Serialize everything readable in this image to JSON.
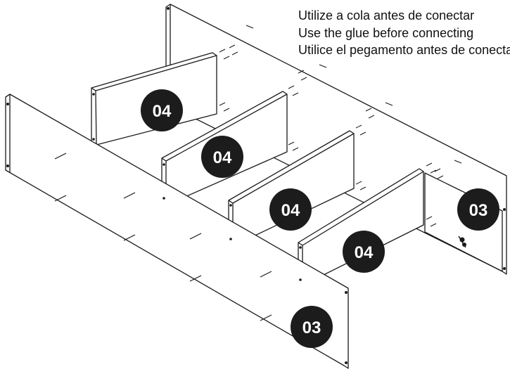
{
  "instructions": [
    "Utilize a cola antes de conectar",
    "Use the glue before connecting",
    "Utilice el pegamento antes de conectar"
  ],
  "part_labels": {
    "partition_panel": "04",
    "side_panel": "03"
  },
  "colors": {
    "line": "#1a1a1a",
    "badge_fill": "#1c1c1c",
    "badge_text": "#ffffff",
    "panel_fill": "#ffffff"
  },
  "icons": [
    "screw-icon",
    "dowel-icon",
    "cam-fitting-icon"
  ]
}
